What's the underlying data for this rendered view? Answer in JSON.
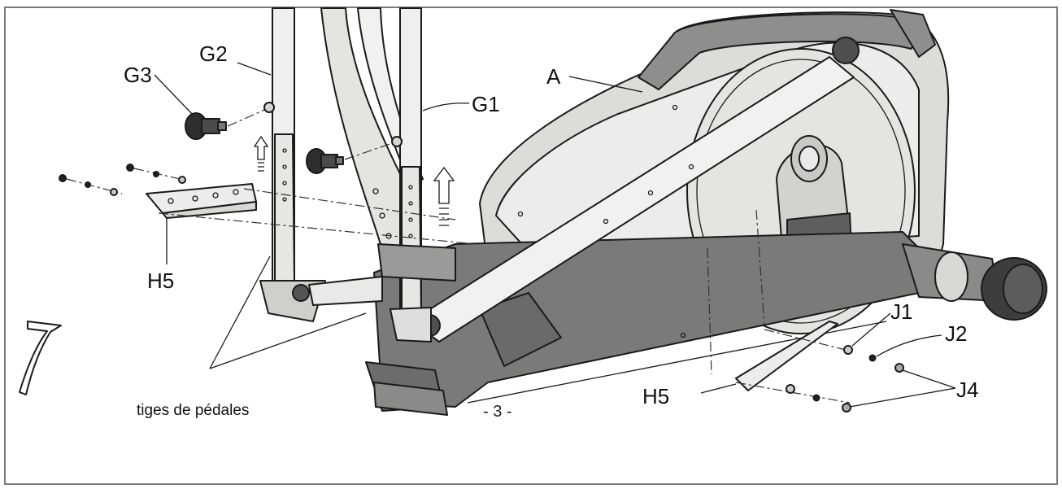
{
  "labels": {
    "g3": "G3",
    "g2": "G2",
    "g1": "G1",
    "a": "A",
    "h5_left": "H5",
    "h5_right": "H5",
    "j1": "J1",
    "j2": "J2",
    "j4": "J4"
  },
  "step_number": "7",
  "caption": "tiges de pédales",
  "page_number": "- 3 -",
  "colors": {
    "frame_border": "#7a7a7a",
    "light_part": "#ececea",
    "mid_part": "#b9b9b6",
    "dark_part": "#6f6f6f",
    "outline": "#1a1a1a"
  }
}
